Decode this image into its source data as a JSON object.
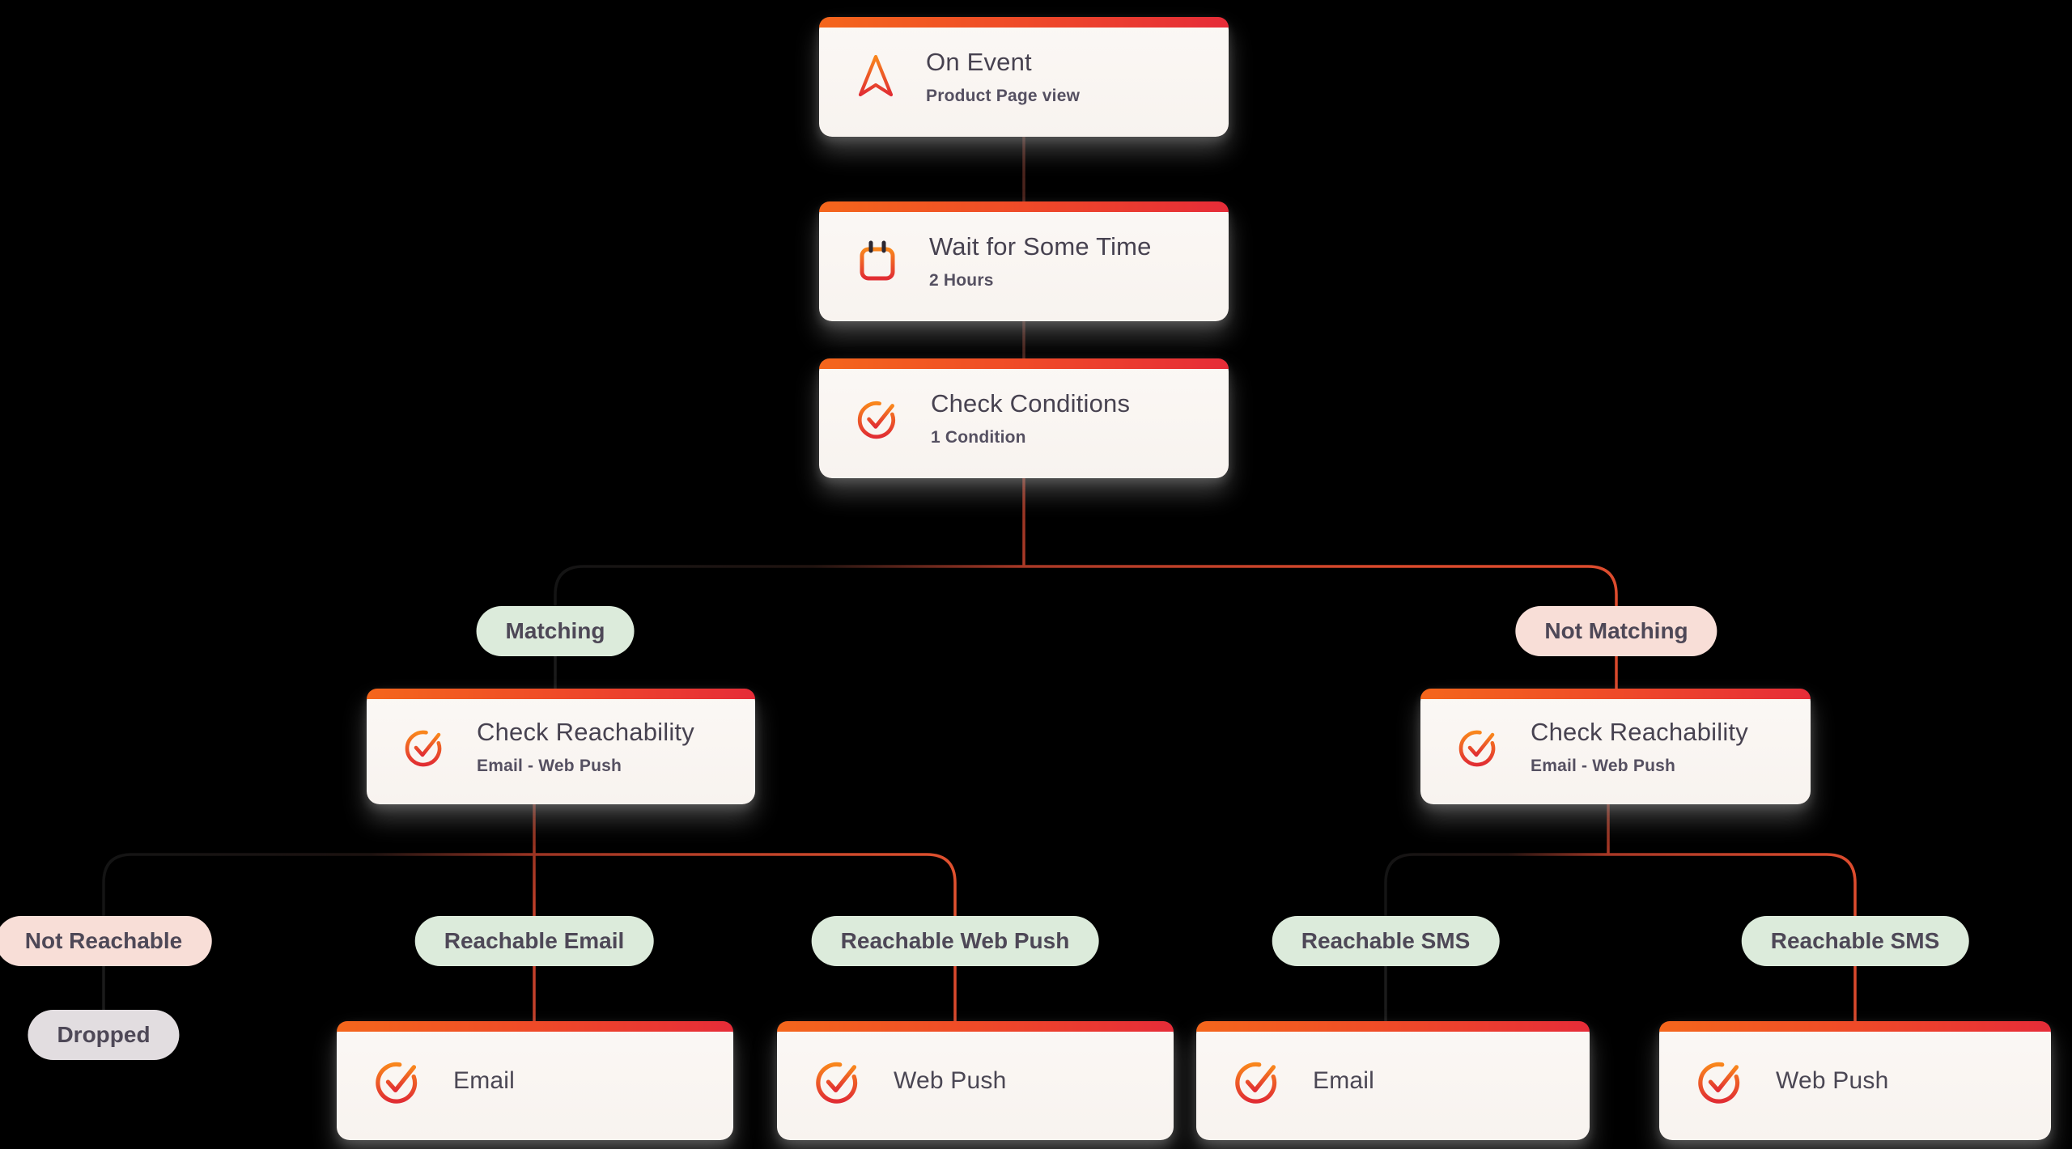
{
  "app": {
    "view": "journey-flow-canvas",
    "background": "#000000"
  },
  "nodes": {
    "on_event": {
      "title": "On Event",
      "subtitle": "Product Page view",
      "icon": "navigation-arrow-icon"
    },
    "wait_for_some_time": {
      "title": "Wait for Some Time",
      "subtitle": "2 Hours",
      "icon": "calendar-icon"
    },
    "check_conditions": {
      "title": "Check Conditions",
      "subtitle": "1 Condition",
      "icon": "check-circle-icon"
    },
    "check_reachability_left": {
      "title": "Check Reachability",
      "subtitle": "Email - Web Push",
      "icon": "check-circle-icon"
    },
    "check_reachability_right": {
      "title": "Check Reachability",
      "subtitle": "Email - Web Push",
      "icon": "check-circle-icon"
    },
    "email_left": {
      "title": "Email",
      "icon": "check-circle-icon"
    },
    "web_push_left": {
      "title": "Web Push",
      "icon": "check-circle-icon"
    },
    "email_right": {
      "title": "Email",
      "icon": "check-circle-icon"
    },
    "web_push_right": {
      "title": "Web Push",
      "icon": "check-circle-icon"
    }
  },
  "branch_labels": {
    "matching": {
      "label": "Matching",
      "variant": "green"
    },
    "not_matching": {
      "label": "Not Matching",
      "variant": "pink"
    },
    "not_reachable": {
      "label": "Not Reachable",
      "variant": "pink"
    },
    "dropped": {
      "label": "Dropped",
      "variant": "gray"
    },
    "reachable_email": {
      "label": "Reachable Email",
      "variant": "green"
    },
    "reachable_web_push": {
      "label": "Reachable Web Push",
      "variant": "green"
    },
    "reachable_sms_left": {
      "label": "Reachable SMS",
      "variant": "green"
    },
    "reachable_sms_right": {
      "label": "Reachable SMS",
      "variant": "green"
    }
  },
  "colors": {
    "card_background": "#faf6f2",
    "card_top_bar_gradient": [
      "#f4661c",
      "#e62c38"
    ],
    "icon_gradient": [
      "#f9861c",
      "#e12d33"
    ],
    "pill_green": "#dcebdb",
    "pill_pink": "#f8ded7",
    "pill_gray": "#e2dde0",
    "pill_text": "#4e4857",
    "title_text": "#474250",
    "subtitle_text": "#555061",
    "connector_dark": "#1b1b1b",
    "connector_maroon": "#4a231c",
    "connector_red": "#d9492c"
  }
}
